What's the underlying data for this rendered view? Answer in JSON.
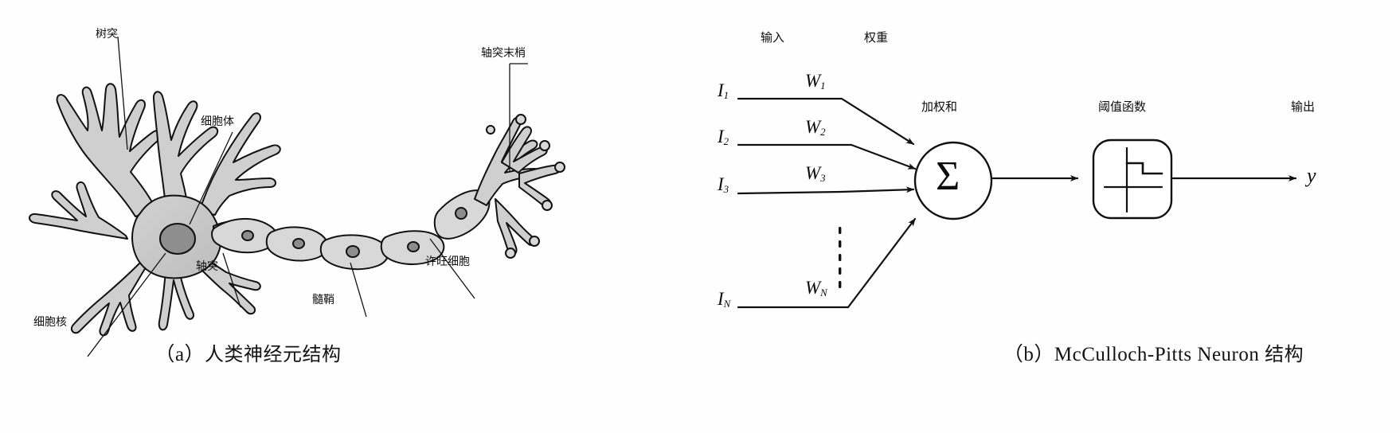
{
  "figure": {
    "panels": [
      {
        "id": "a",
        "caption": "（a）人类神经元结构",
        "caption_prefix": "（a）",
        "caption_text": "人类神经元结构",
        "title_en": "Human neuron structure",
        "labels": [
          {
            "name": "dendrite",
            "text": "树突",
            "en": "dendrites"
          },
          {
            "name": "soma",
            "text": "细胞体",
            "en": "cell body"
          },
          {
            "name": "axon-terminal",
            "text": "轴突末梢",
            "en": "axon terminals"
          },
          {
            "name": "axon",
            "text": "轴突",
            "en": "axon"
          },
          {
            "name": "myelin-sheath",
            "text": "髓鞘",
            "en": "myelin sheath"
          },
          {
            "name": "schwann-cell",
            "text": "许旺细胞",
            "en": "Schwann cell"
          },
          {
            "name": "nucleus",
            "text": "细胞核",
            "en": "nucleus"
          }
        ]
      },
      {
        "id": "b",
        "caption": "（b）McCulloch-Pitts Neuron 结构",
        "caption_prefix": "（b）",
        "caption_mid": "McCulloch-Pitts Neuron",
        "caption_suffix": "结构",
        "headers": {
          "input": "输入",
          "weight": "权重",
          "weighted_sum": "加权和",
          "threshold_function": "阈值函数",
          "output": "输出"
        },
        "inputs": [
          {
            "symbol": "I",
            "sub": "1"
          },
          {
            "symbol": "I",
            "sub": "2"
          },
          {
            "symbol": "I",
            "sub": "3"
          },
          {
            "symbol": "I",
            "sub": "N"
          }
        ],
        "weights": [
          {
            "symbol": "W",
            "sub": "1"
          },
          {
            "symbol": "W",
            "sub": "2"
          },
          {
            "symbol": "W",
            "sub": "3"
          },
          {
            "symbol": "W",
            "sub": "N"
          }
        ],
        "summation_symbol": "Σ",
        "output_symbol": "y",
        "ellipsis": "⋮"
      }
    ]
  },
  "colors": {
    "ink": "#101010",
    "paper": "#fefefe",
    "cell_fill": "#cfcfcf",
    "soma_fill": "#c4c4c4",
    "nucleus_fill": "#8e8e8e"
  }
}
